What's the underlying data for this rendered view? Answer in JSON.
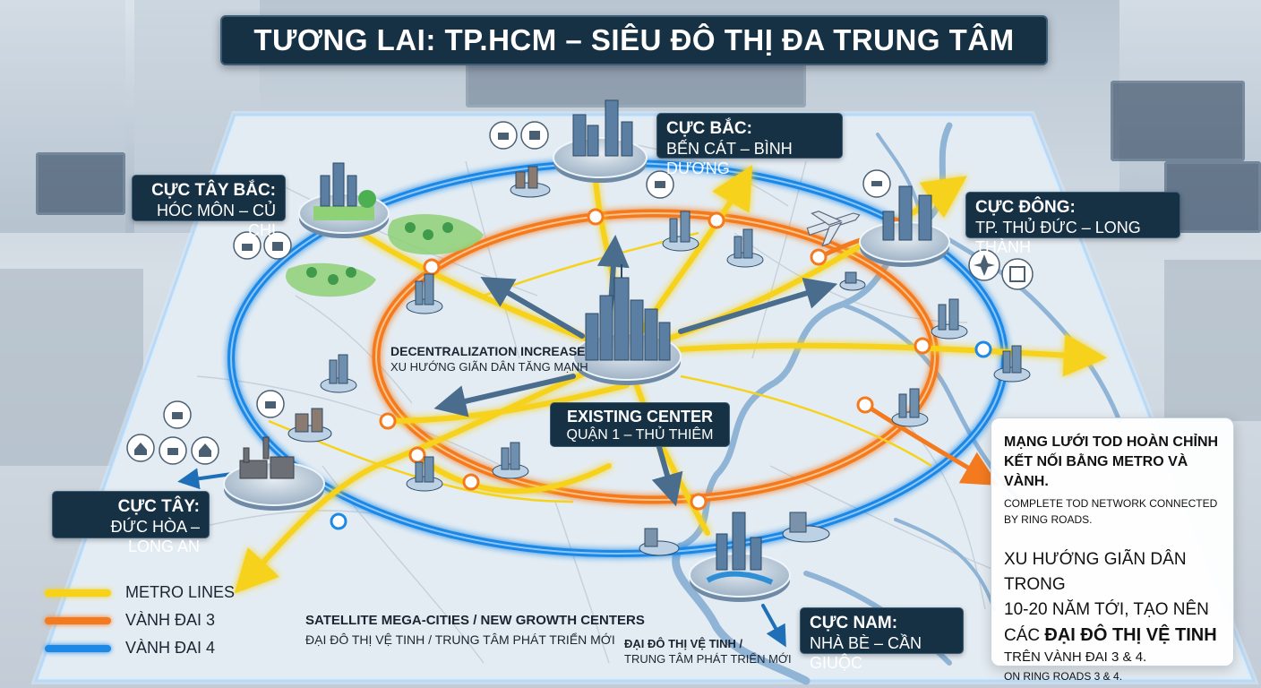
{
  "title": "TƯƠNG LAI: TP.HCM – SIÊU ĐÔ THỊ ĐA TRUNG TÂM",
  "poles": {
    "north": {
      "title": "CỰC BẮC:",
      "subtitle": "BẾN CÁT – BÌNH DƯƠNG"
    },
    "northwest": {
      "title": "CỰC TÂY BẮC:",
      "subtitle": "HÓC MÔN – CỦ CHI"
    },
    "east": {
      "title": "CỰC ĐÔNG:",
      "subtitle": "TP. THỦ ĐỨC – LONG THÀNH"
    },
    "west": {
      "title": "CỰC TÂY:",
      "subtitle": "ĐỨC HÒA – LONG AN"
    },
    "south": {
      "title": "CỰC NAM:",
      "subtitle": "NHÀ BÈ – CẦN GIUỘC"
    }
  },
  "center": {
    "title": "EXISTING CENTER",
    "subtitle": "QUẬN 1 – THỦ THIÊM"
  },
  "decentralization": {
    "en": "DECENTRALIZATION INCREASE",
    "vi": "XU HƯỚNG GIÃN DÂN TĂNG MẠNH"
  },
  "satellite": {
    "en": "SATELLITE MEGA-CITIES / NEW GROWTH CENTERS",
    "vi": "ĐẠI ĐÔ THỊ VỆ TINH / TRUNG TÂM PHÁT TRIỂN MỚI",
    "vi_line1": "ĐẠI ĐÔ THỊ VỆ TINH /",
    "vi_line2": "TRUNG TÂM PHÁT TRIỂN MỚI"
  },
  "legend": [
    {
      "label": "METRO LINES",
      "color": "#f6d21a"
    },
    {
      "label": "VÀNH ĐAI 3",
      "color": "#f47a1f"
    },
    {
      "label": "VÀNH ĐAI 4",
      "color": "#1e88e5"
    }
  ],
  "info": {
    "vi_heading_1": "MẠNG LƯỚI TOD HOÀN CHỈNH",
    "vi_heading_2": "KẾT NỐI BẰNG METRO VÀ VÀNH.",
    "en_heading": "COMPLETE TOD NETWORK CONNECTED BY RING ROADS.",
    "vi_body_1": "XU HƯỚNG GIÃN DÂN TRONG",
    "vi_body_2": "10-20 NĂM TỚI, TẠO NÊN",
    "vi_body_3_pre": "CÁC ",
    "vi_body_3_bold": "ĐẠI ĐÔ THỊ VỆ TINH",
    "vi_body_4": "TRÊN VÀNH ĐAI 3 & 4.",
    "en_body": "ON RING ROADS 3 & 4."
  },
  "colors": {
    "metro": "#f6d21a",
    "ring3": "#f47a1f",
    "ring4": "#1e88e5",
    "panel": "#163044",
    "river": "#8fb4d6",
    "arrow": "#4a6d8e"
  }
}
